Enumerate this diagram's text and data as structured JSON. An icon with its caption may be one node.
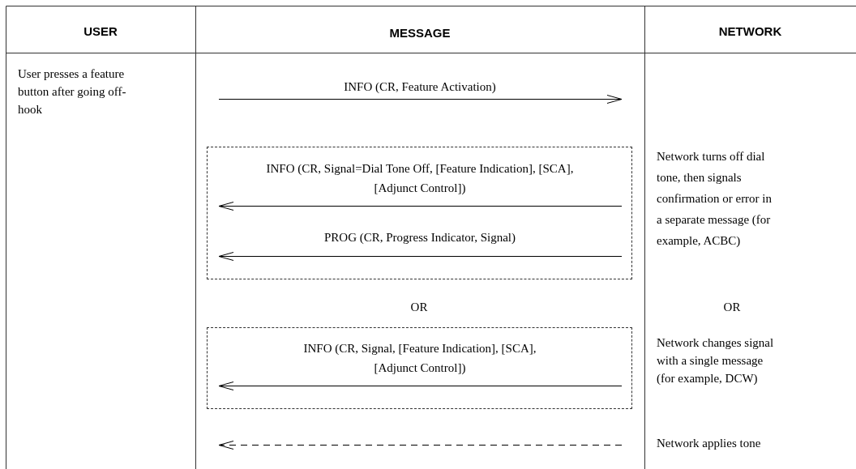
{
  "diagram": {
    "nodes": [
      {
        "text": [],
        "shape": "box"
      },
      {
        "text": [],
        "shape": "box"
      }
    ],
    "edges": [
      {
        "from": null,
        "to": 0,
        "arrow": "to",
        "label": "INFO (CR, Signal=Dial Tone Off, [Feature Indication], [SCA], [Adjunct Control])"
      },
      {
        "from": null,
        "to": 0,
        "arrow": "to",
        "label": "PROG (CR, Progress Indicator, Signal)"
      },
      {
        "from": null,
        "to": 1,
        "arrow": "to",
        "label": "INFO (CR, Signal, [Feature Indication], [SCA], [Adjunct Control])"
      }
    ],
    "labels": [
      "USER",
      "MESSAGE",
      "NETWORK",
      "User presses a feature button after going off-hook",
      "INFO (CR, Feature Activation)",
      "Network turns off dial tone, then signals confirmation or error in a separate message (for example, ACBC)",
      "OR",
      "OR",
      "Network changes signal with a single message (for example, DCW)",
      "Network applies tone"
    ]
  }
}
